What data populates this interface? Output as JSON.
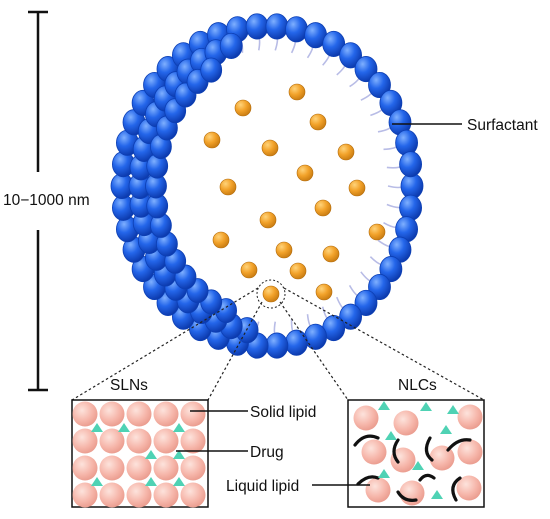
{
  "scale_bar": {
    "label": "10−1000 nm"
  },
  "labels": {
    "surfactant": "Surfactant",
    "solid_lipid": "Solid lipid",
    "drug": "Drug",
    "liquid_lipid": "Liquid lipid"
  },
  "panels": {
    "sln_title": "SLNs",
    "nlc_title": "NLCs"
  },
  "colors": {
    "surfactant_head": "#1f5fe0",
    "surfactant_head_dark": "#0c3fb4",
    "surfactant_tail": "#b8bce6",
    "core_drug": "#f0a020",
    "solid_lipid": "#f5b2a8",
    "drug_triangle": "#4fd2b4",
    "liquid_lipid": "#111111"
  },
  "icons": {
    "surfactant": "sphere-with-tail",
    "drug": "triangle",
    "solid_lipid": "pink-circle",
    "liquid_lipid": "black-arc"
  }
}
